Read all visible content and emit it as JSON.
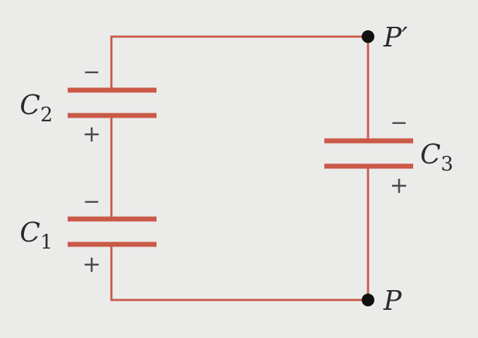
{
  "colors": {
    "background": "#ebebea",
    "wire": "#c95a47",
    "plate": "#c95a47",
    "node": "#111111",
    "text": "#2b2b2b"
  },
  "capacitors": {
    "c1": {
      "name": "C",
      "sub": "1",
      "top_sign": "−",
      "bottom_sign": "+"
    },
    "c2": {
      "name": "C",
      "sub": "2",
      "top_sign": "−",
      "bottom_sign": "+"
    },
    "c3": {
      "name": "C",
      "sub": "3",
      "top_sign": "−",
      "bottom_sign": "+"
    }
  },
  "nodes": {
    "p_prime": {
      "label": "P′"
    },
    "p": {
      "label": "P"
    }
  }
}
